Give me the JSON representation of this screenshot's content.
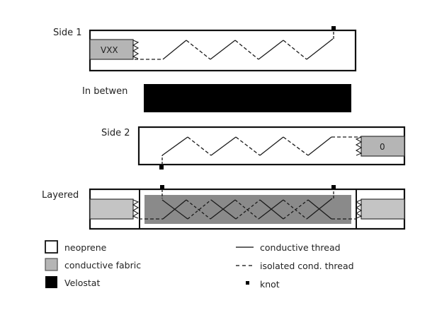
{
  "diagram": {
    "rows": [
      {
        "id": "side1",
        "label": "Side 1",
        "fabric_label": "VXX"
      },
      {
        "id": "between",
        "label": "In betwen"
      },
      {
        "id": "side2",
        "label": "Side 2",
        "fabric_label": "0"
      },
      {
        "id": "layered",
        "label": "Layered"
      }
    ]
  },
  "legend": {
    "materials": [
      {
        "name": "neoprene",
        "label": "neoprene",
        "fill": "#ffffff"
      },
      {
        "name": "conductive-fabric",
        "label": "conductive fabric",
        "fill": "#b5b5b5"
      },
      {
        "name": "velostat",
        "label": "Velostat",
        "fill": "#000000"
      }
    ],
    "threads": [
      {
        "name": "conductive-thread",
        "label": "conductive thread",
        "symbol": "solid-line"
      },
      {
        "name": "isolated-thread",
        "label": "isolated cond. thread",
        "symbol": "dashed-line"
      },
      {
        "name": "knot",
        "label": "knot",
        "symbol": "square"
      }
    ]
  },
  "colors": {
    "outline": "#111111",
    "neoprene": "#ffffff",
    "conductive_fabric": "#b5b5b5",
    "velostat": "#000000",
    "layered_fabric": "#8a8a8a",
    "thread": "#1a1a1a"
  }
}
